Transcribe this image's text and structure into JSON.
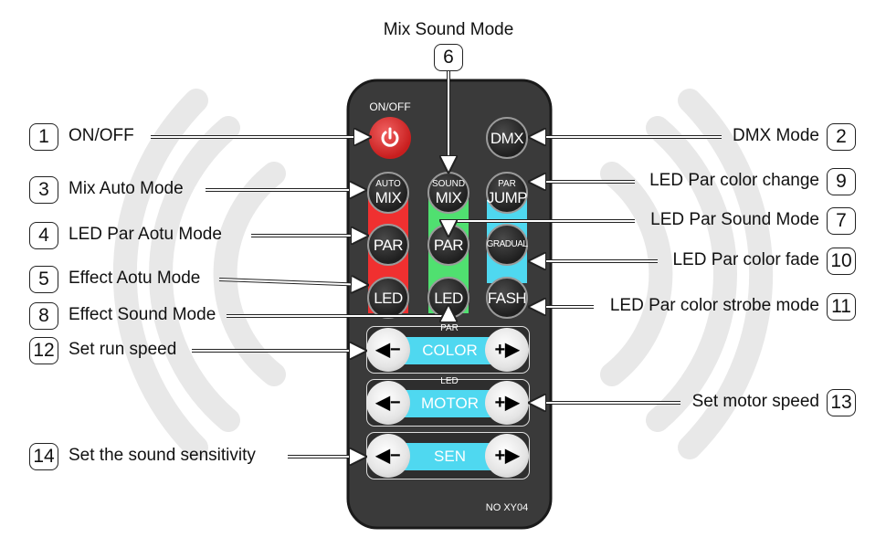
{
  "remote": {
    "onoff_label": "ON/OFF",
    "model": "NO XY04",
    "buttons": {
      "dmx": "DMX",
      "auto_mix_top": "AUTO",
      "auto_mix_main": "MIX",
      "sound_mix_top": "SOUND",
      "sound_mix_main": "MIX",
      "par_jump_top": "PAR",
      "par_jump_main": "JUMP",
      "par_red": "PAR",
      "par_green": "PAR",
      "gradual": "GRADUAL",
      "led_red": "LED",
      "led_green": "LED",
      "fash": "FASH"
    },
    "sliders": [
      {
        "top": "PAR",
        "label": "COLOR",
        "minus": "◀−",
        "plus": "+▶"
      },
      {
        "top": "LED",
        "label": "MOTOR",
        "minus": "◀−",
        "plus": "+▶"
      },
      {
        "top": "",
        "label": "SEN",
        "minus": "◀−",
        "plus": "+▶"
      }
    ],
    "colors": {
      "red": "#f03030",
      "green": "#50e070",
      "cyan": "#4fd8f0"
    }
  },
  "callouts": [
    {
      "num": "1",
      "text": "ON/OFF"
    },
    {
      "num": "2",
      "text": "DMX Mode"
    },
    {
      "num": "3",
      "text": "Mix Auto Mode"
    },
    {
      "num": "4",
      "text": "LED Par Aotu Mode"
    },
    {
      "num": "5",
      "text": "Effect Aotu Mode"
    },
    {
      "num": "6",
      "text": "Mix Sound Mode"
    },
    {
      "num": "7",
      "text": "LED Par Sound Mode"
    },
    {
      "num": "8",
      "text": "Effect Sound Mode"
    },
    {
      "num": "9",
      "text": "LED Par color change"
    },
    {
      "num": "10",
      "text": "LED Par color fade"
    },
    {
      "num": "11",
      "text": "LED Par color strobe mode"
    },
    {
      "num": "12",
      "text": "Set run speed"
    },
    {
      "num": "13",
      "text": "Set motor speed"
    },
    {
      "num": "14",
      "text": "Set the sound sensitivity"
    }
  ]
}
